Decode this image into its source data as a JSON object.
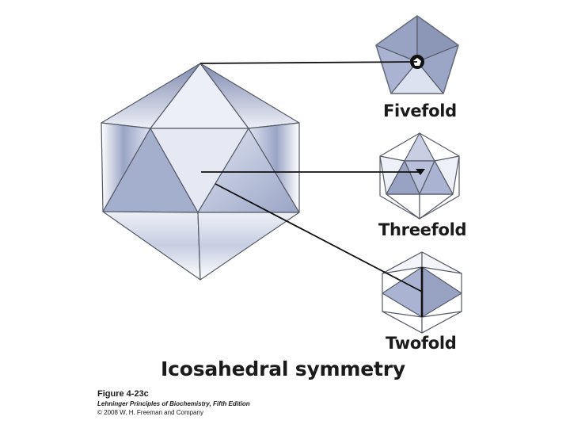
{
  "labels": {
    "fivefold": "Fivefold",
    "threefold": "Threefold",
    "twofold": "Twofold"
  },
  "title": "Icosahedral symmetry",
  "caption": {
    "figure": "Figure 4-23c",
    "book": "Lehninger Principles of Biochemistry, Fifth Edition",
    "copyright": "© 2008 W. H. Freeman and Company"
  },
  "colors": {
    "face_fill": "#a8b2d0",
    "face_dark": "#8c96b6",
    "face_light": "#dde2f0",
    "edge": "#555a66",
    "connector": "#111111"
  }
}
